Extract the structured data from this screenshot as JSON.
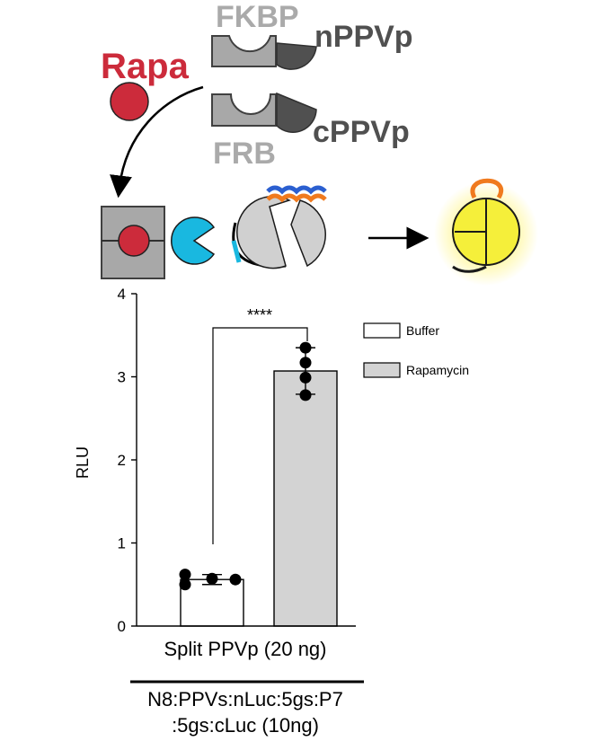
{
  "schematic": {
    "rapa_label": "Rapa",
    "fkbp_label": "FKBP",
    "frb_label": "FRB",
    "nppvp_label": "nPPVp",
    "cppvp_label": "cPPVp",
    "colors": {
      "rapa": "#cc2b3b",
      "protein_gray": "#a8a8a8",
      "label_gray": "#aaaaaa",
      "dark_gray": "#505050",
      "cyan": "#19b8e0",
      "blue": "#2b5fd0",
      "orange": "#f07a1e",
      "yellow": "#f5ef3a",
      "glow": "#fff7a0"
    }
  },
  "chart_data": {
    "type": "bar",
    "title": "",
    "xlabel": "Split PPVp (20 ng)",
    "xlabel_line2": "N8:PPVs:nLuc:5gs:P7",
    "xlabel_line3": ":5gs:cLuc (10ng)",
    "ylabel": "RLU",
    "ylim": [
      0,
      4
    ],
    "yticks": [
      0,
      1,
      2,
      3,
      4
    ],
    "grid": false,
    "legend_position": "top-right",
    "significance": "****",
    "series": [
      {
        "name": "Buffer",
        "value": 0.56,
        "error": 0.06,
        "points": [
          0.62,
          0.57,
          0.56,
          0.5
        ],
        "color": "#ffffff"
      },
      {
        "name": "Rapamycin",
        "value": 3.07,
        "error": 0.28,
        "points": [
          3.35,
          3.17,
          2.99,
          2.78
        ],
        "color": "#d3d3d3"
      }
    ]
  }
}
